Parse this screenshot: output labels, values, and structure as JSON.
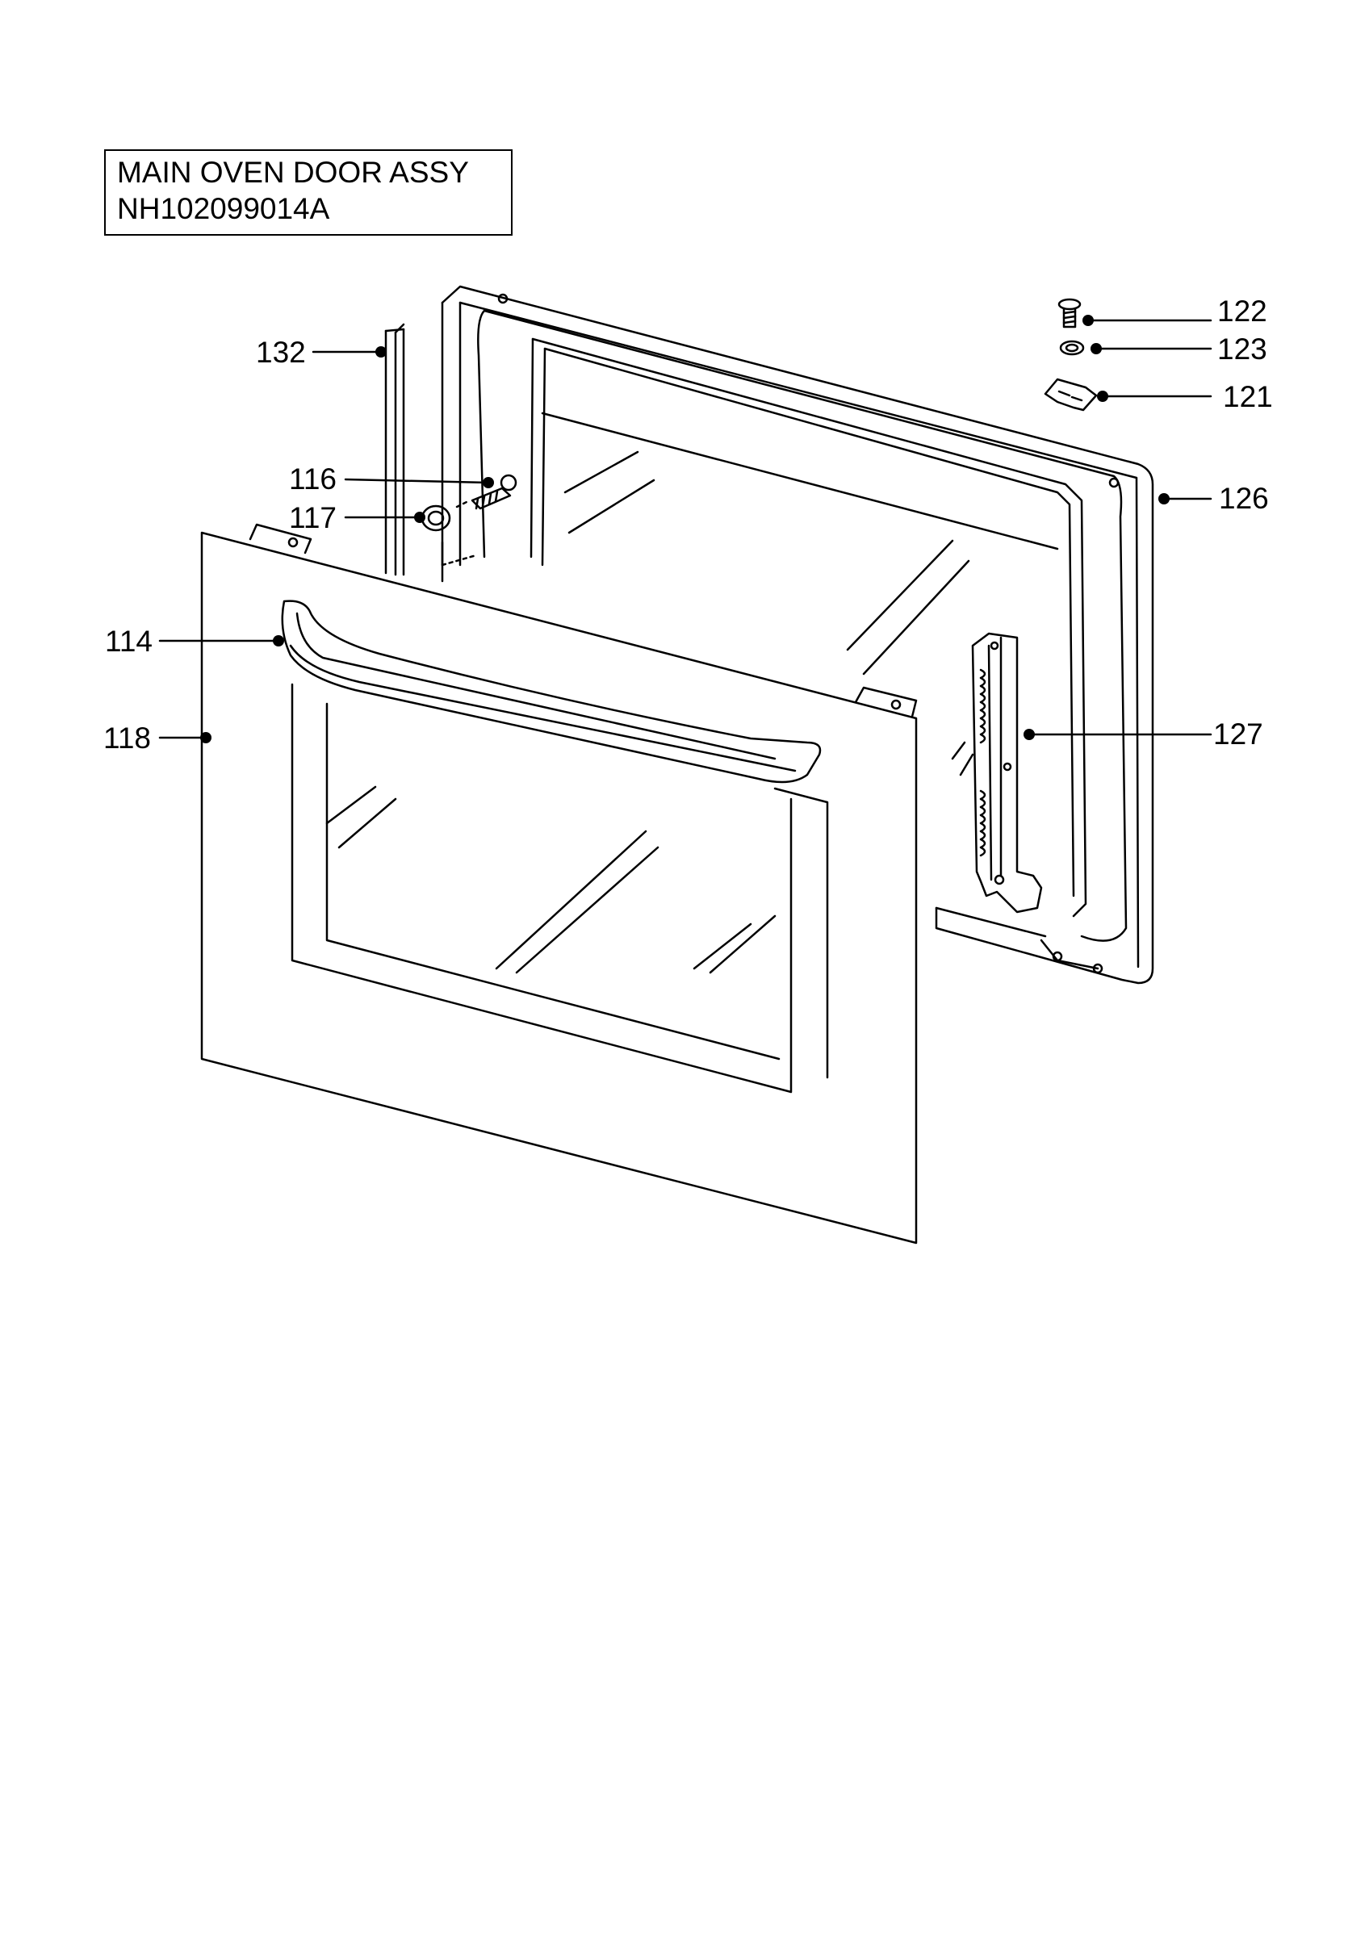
{
  "title": {
    "line1": "MAIN OVEN DOOR ASSY",
    "line2": "NH102099014A"
  },
  "callouts": [
    {
      "id": "132",
      "label": "132"
    },
    {
      "id": "116",
      "label": "116"
    },
    {
      "id": "117",
      "label": "117"
    },
    {
      "id": "114",
      "label": "114"
    },
    {
      "id": "118",
      "label": "118"
    },
    {
      "id": "122",
      "label": "122"
    },
    {
      "id": "123",
      "label": "123"
    },
    {
      "id": "121",
      "label": "121"
    },
    {
      "id": "126",
      "label": "126"
    },
    {
      "id": "127",
      "label": "127"
    }
  ],
  "colors": {
    "line": "#000000",
    "background": "#ffffff"
  }
}
